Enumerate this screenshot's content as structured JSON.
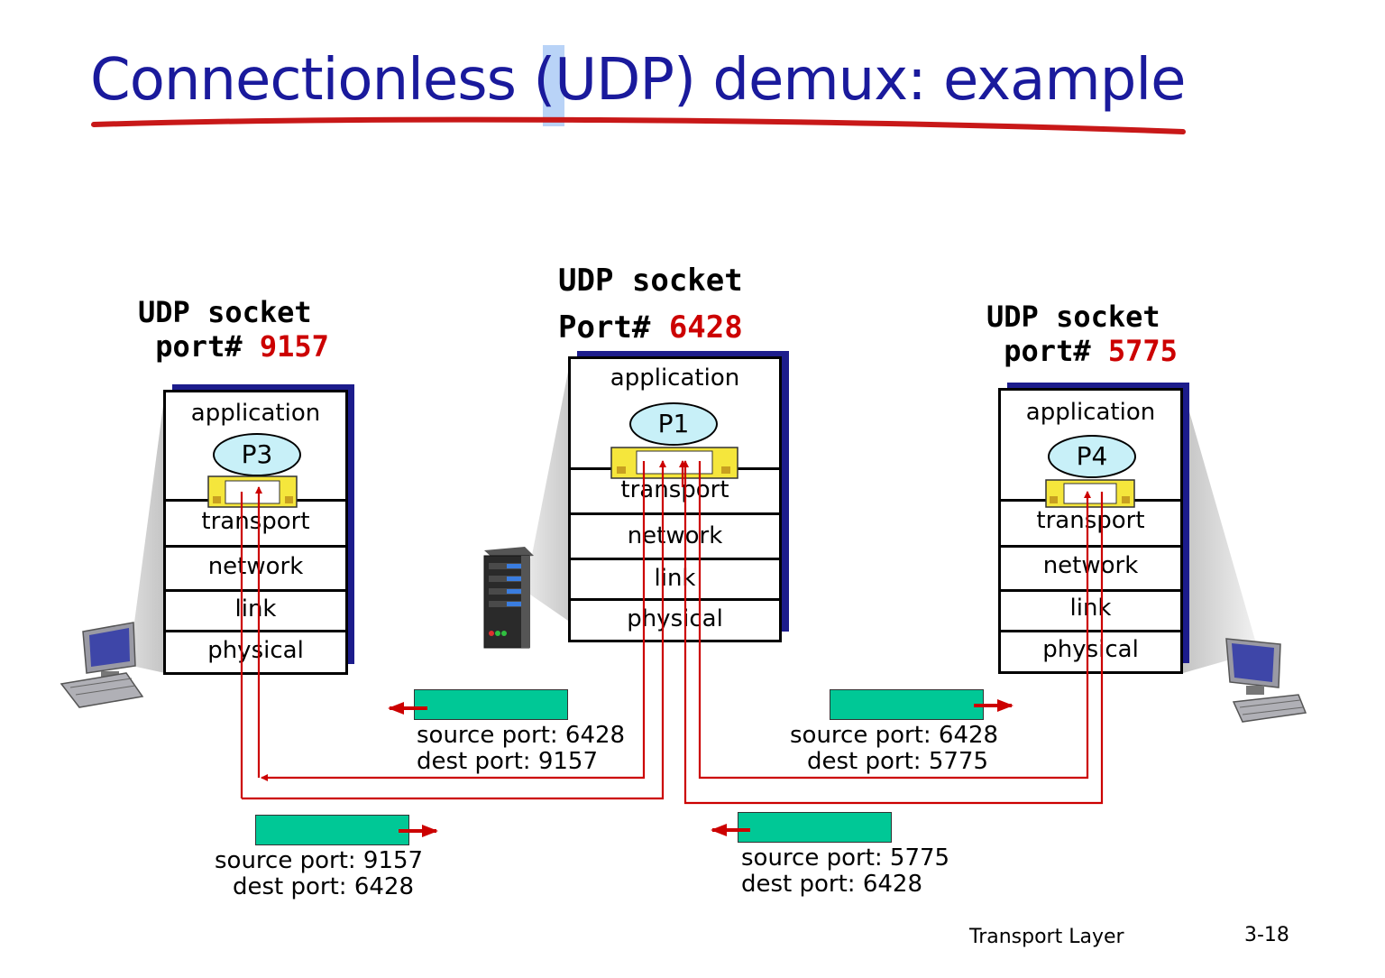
{
  "title": "Connectionless (UDP) demux: example",
  "layers": [
    "application",
    "transport",
    "network",
    "link",
    "physical"
  ],
  "sockets": {
    "left": {
      "line1": "UDP socket",
      "line2_prefix": " port# ",
      "port": "9157",
      "process": "P3"
    },
    "center": {
      "line1": "UDP socket",
      "line2_prefix": "Port# ",
      "port": "6428",
      "process": "P1"
    },
    "right": {
      "line1": "UDP socket",
      "line2_prefix": " port# ",
      "port": "5775",
      "process": "P4"
    }
  },
  "segments": [
    {
      "source": "source port: 6428",
      "dest": "dest port: 9157"
    },
    {
      "source": "source port: 6428",
      "dest": "dest port: 5775"
    },
    {
      "source": "source port: 9157",
      "dest": "dest port: 6428"
    },
    {
      "source": "source port: 5775",
      "dest": "dest port: 6428"
    }
  ],
  "footer": {
    "label": "Transport Layer",
    "page": "3-18"
  },
  "colors": {
    "title": "#1a1a9c",
    "port_number": "#cc0000",
    "arrow": "#cc0000",
    "segment": "#00c896",
    "process": "#c8f0f8",
    "socket": "#f5e63c"
  }
}
